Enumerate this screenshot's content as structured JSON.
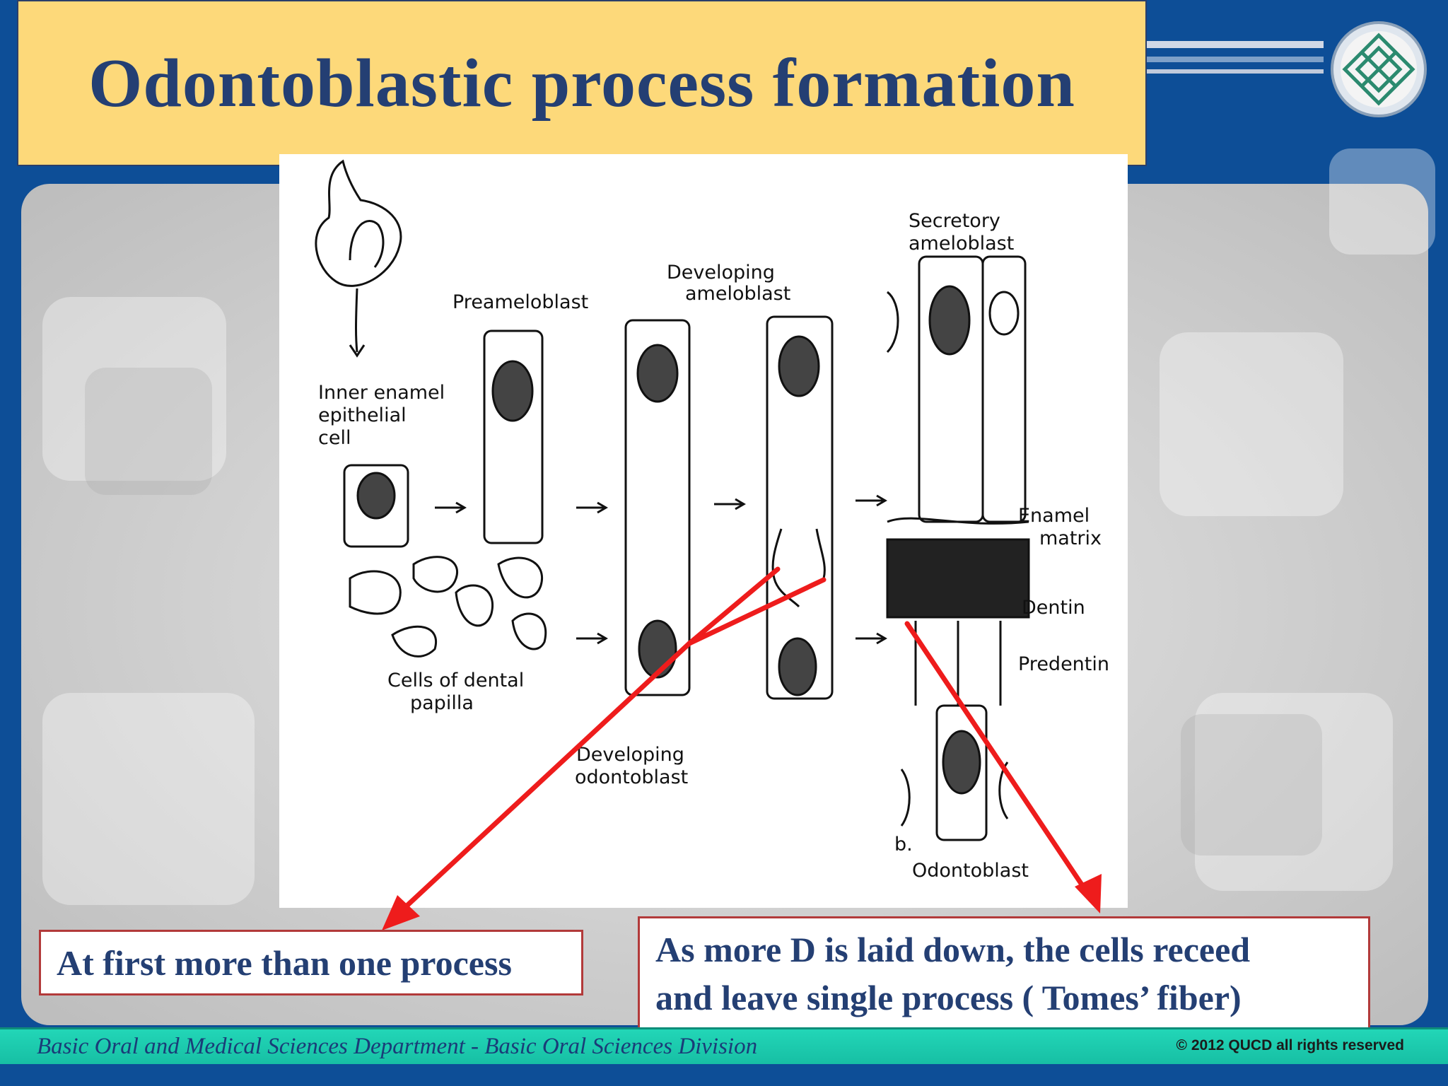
{
  "slide": {
    "title": "Odontoblastic process formation"
  },
  "diagram": {
    "labels": {
      "inner_enamel_1": "Inner enamel",
      "inner_enamel_2": "epithelial",
      "inner_enamel_3": "cell",
      "preameloblast": "Preameloblast",
      "developing_ameloblast_1": "Developing",
      "developing_ameloblast_2": "ameloblast",
      "secretory_ameloblast_1": "Secretory",
      "secretory_ameloblast_2": "ameloblast",
      "enamel_matrix_1": "Enamel",
      "enamel_matrix_2": "matrix",
      "dentin": "Dentin",
      "predentin": "Predentin",
      "dental_papilla_1": "Cells of dental",
      "dental_papilla_2": "papilla",
      "developing_odontoblast_1": "Developing",
      "developing_odontoblast_2": "odontoblast",
      "odontoblast": "Odontoblast",
      "panel_letter": "b."
    }
  },
  "callouts": {
    "first": "At first more than one process",
    "second_line1": "As more D is laid down, the cells receed",
    "second_line2": "and leave single process ( Tomes’ fiber)"
  },
  "footer": {
    "department": "Basic Oral and Medical Sciences Department - Basic Oral Sciences Division",
    "copyright": "© 2012 QUCD all rights reserved"
  },
  "colors": {
    "title_bg": "#fdd97a",
    "title_text": "#243f73",
    "arrow": "#ee1c1c",
    "footer_bg": "#1fd1b2"
  }
}
